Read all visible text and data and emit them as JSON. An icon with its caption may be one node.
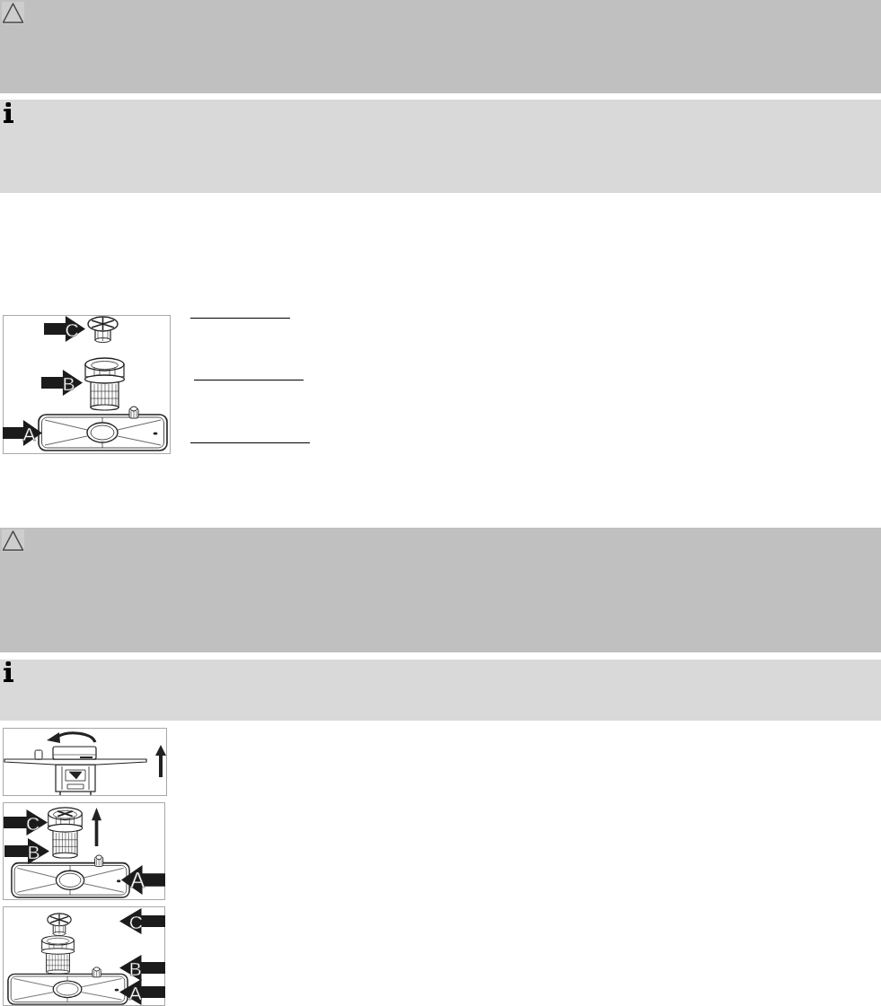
{
  "diagram": {
    "labels": [
      "C",
      "B",
      "A",
      "C",
      "B",
      "A",
      "C",
      "B",
      "A"
    ]
  }
}
